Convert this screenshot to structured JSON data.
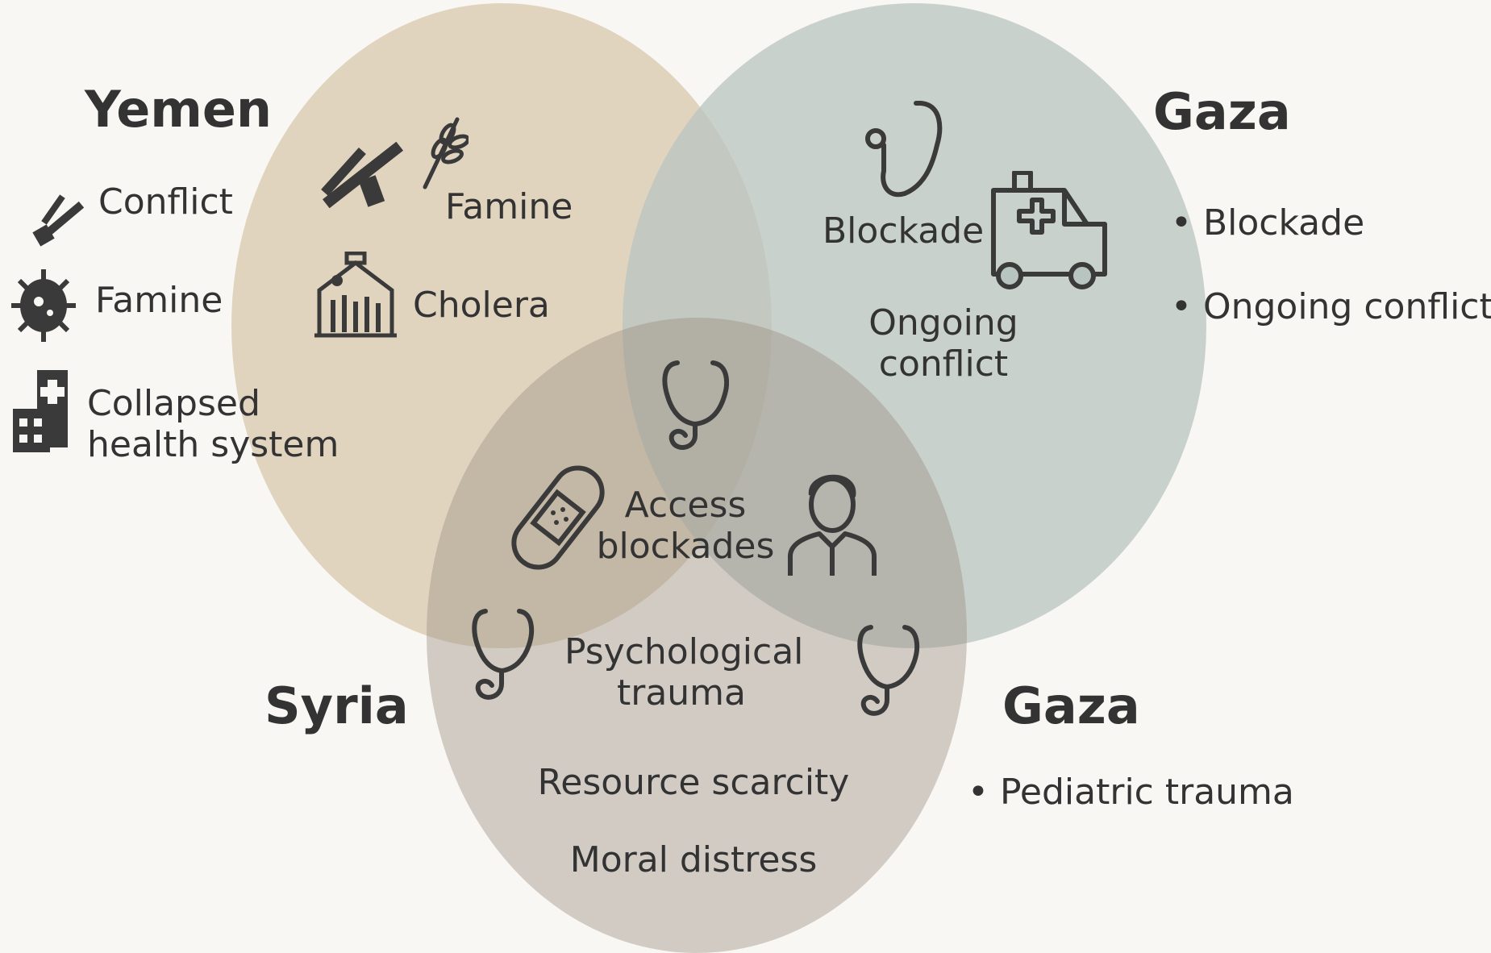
{
  "colors": {
    "background": "#f9f7f3",
    "yemen_circle": "#d8c8ad",
    "gaza_circle": "#b8c4c0",
    "syria_circle": "#b5aca0",
    "text": "#333333",
    "icon_stroke": "#3a3a3a"
  },
  "legend": {
    "yemen": {
      "title": "Yemen",
      "items": [
        {
          "label": "Conflict",
          "icon": "weapon-icon"
        },
        {
          "label": "Famine",
          "icon": "germ-icon"
        },
        {
          "label": "Collapsed\nhealth system",
          "icon": "hospital-icon"
        }
      ]
    },
    "gaza_top": {
      "title": "Gaza",
      "items": [
        "Blockade",
        "Ongoing conflict"
      ]
    },
    "syria": {
      "title": "Syria"
    },
    "gaza_bottom": {
      "title": "Gaza",
      "items": [
        "Pediatric trauma"
      ]
    }
  },
  "regions": {
    "yemen": {
      "famine": "Famine",
      "cholera": "Cholera",
      "icons": [
        "rifle-icon",
        "wheat-icon",
        "clinic-icon"
      ]
    },
    "gaza": {
      "blockade": "Blockade",
      "ongoing_conflict": "Ongoing\nconflict",
      "icons": [
        "stethoscope-icon",
        "ambulance-icon"
      ]
    },
    "center": {
      "label": "Access\nblockades",
      "icons": [
        "stethoscope-icon",
        "bandage-icon",
        "person-icon"
      ]
    },
    "syria": {
      "psychological_trauma": "Psychological\ntrauma",
      "resource_scarcity": "Resource scarcity",
      "moral_distress": "Moral distress",
      "icons": [
        "stethoscope-icon",
        "stethoscope-icon"
      ]
    }
  }
}
